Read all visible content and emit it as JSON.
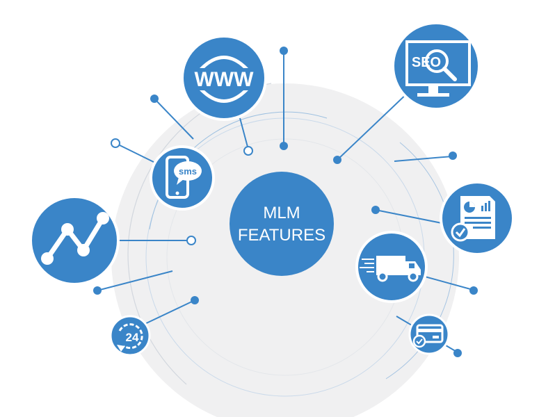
{
  "center": {
    "line1": "MLM",
    "line2": "FEATURES"
  },
  "features": {
    "web": {
      "icon": "globe-www-icon",
      "text": "WWW"
    },
    "seo": {
      "icon": "seo-monitor-search-icon",
      "text": "SEO"
    },
    "sms": {
      "icon": "sms-phone-icon",
      "text": "sms"
    },
    "analytics": {
      "icon": "line-graph-icon"
    },
    "report": {
      "icon": "report-document-icon"
    },
    "delivery": {
      "icon": "delivery-truck-icon"
    },
    "payment": {
      "icon": "credit-card-check-icon"
    },
    "support": {
      "icon": "24-hour-support-icon",
      "text": "24"
    }
  },
  "colors": {
    "primary": "#3a85c8",
    "outline": "#ffffff",
    "disc": "#f0f0f1",
    "ring_light": "#d9dde3",
    "ring_blue": "#9dc0e0"
  }
}
